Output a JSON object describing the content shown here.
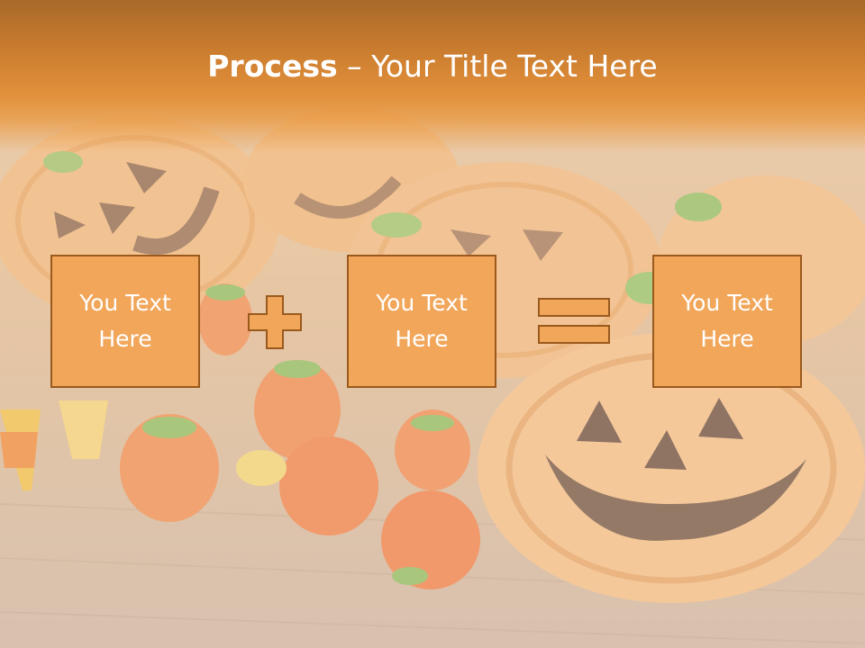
{
  "slide": {
    "title_bold": "Process",
    "title_rest": " – Your Title Text Here"
  },
  "process": {
    "boxes": [
      {
        "text": "You Text Here"
      },
      {
        "text": "You Text Here"
      },
      {
        "text": "You Text Here"
      }
    ],
    "operators": [
      "plus",
      "equals"
    ]
  },
  "colors": {
    "title_band": "#e2903a",
    "box_fill": "#f1a65a",
    "box_border": "#9a5a1e",
    "text": "#ffffff"
  }
}
